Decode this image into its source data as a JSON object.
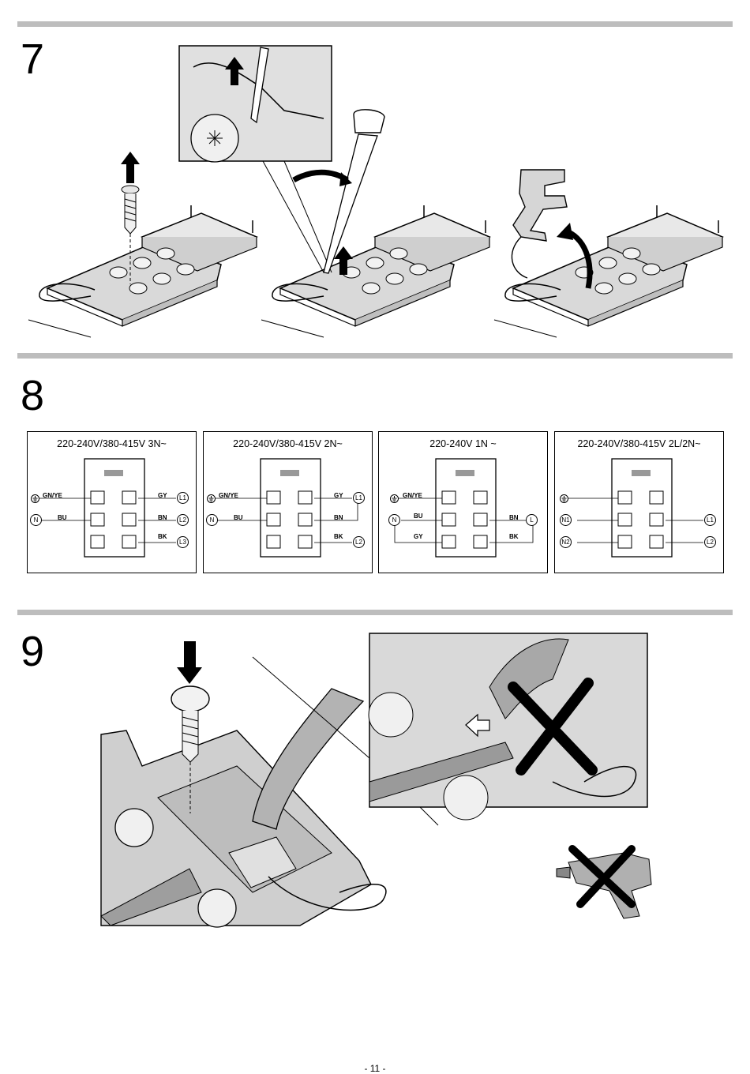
{
  "steps": {
    "s7": "7",
    "s8": "8",
    "s9": "9"
  },
  "wiring": [
    {
      "title": "220-240V/380-415V 3N~",
      "labels": {
        "earth": "GN/YE",
        "n": "BU",
        "l1": "GY",
        "l2": "BN",
        "l3": "BK"
      },
      "terms": {
        "left1": "N",
        "right1": "L1",
        "right2": "L2",
        "right3": "L3"
      }
    },
    {
      "title": "220-240V/380-415V 2N~",
      "labels": {
        "earth": "GN/YE",
        "n": "BU",
        "l1": "GY",
        "l2": "BN",
        "l3": "BK"
      },
      "terms": {
        "left1": "N",
        "right1": "L1",
        "right3": "L2"
      }
    },
    {
      "title": "220-240V 1N ~",
      "labels": {
        "earth": "GN/YE",
        "n": "BU",
        "gy": "GY",
        "l2": "BN",
        "l3": "BK"
      },
      "terms": {
        "left1": "N",
        "right2": "L"
      }
    },
    {
      "title": "220-240V/380-415V 2L/2N~",
      "terms": {
        "left1": "N1",
        "left2": "N2",
        "right1": "L1",
        "right2": "L2"
      }
    }
  ],
  "icons": [
    "screw-icon",
    "screwdriver-icon",
    "arrow-up-icon",
    "arrow-down-icon",
    "cross-icon",
    "power-drill-icon"
  ],
  "footer": {
    "page": "- 11 -"
  }
}
